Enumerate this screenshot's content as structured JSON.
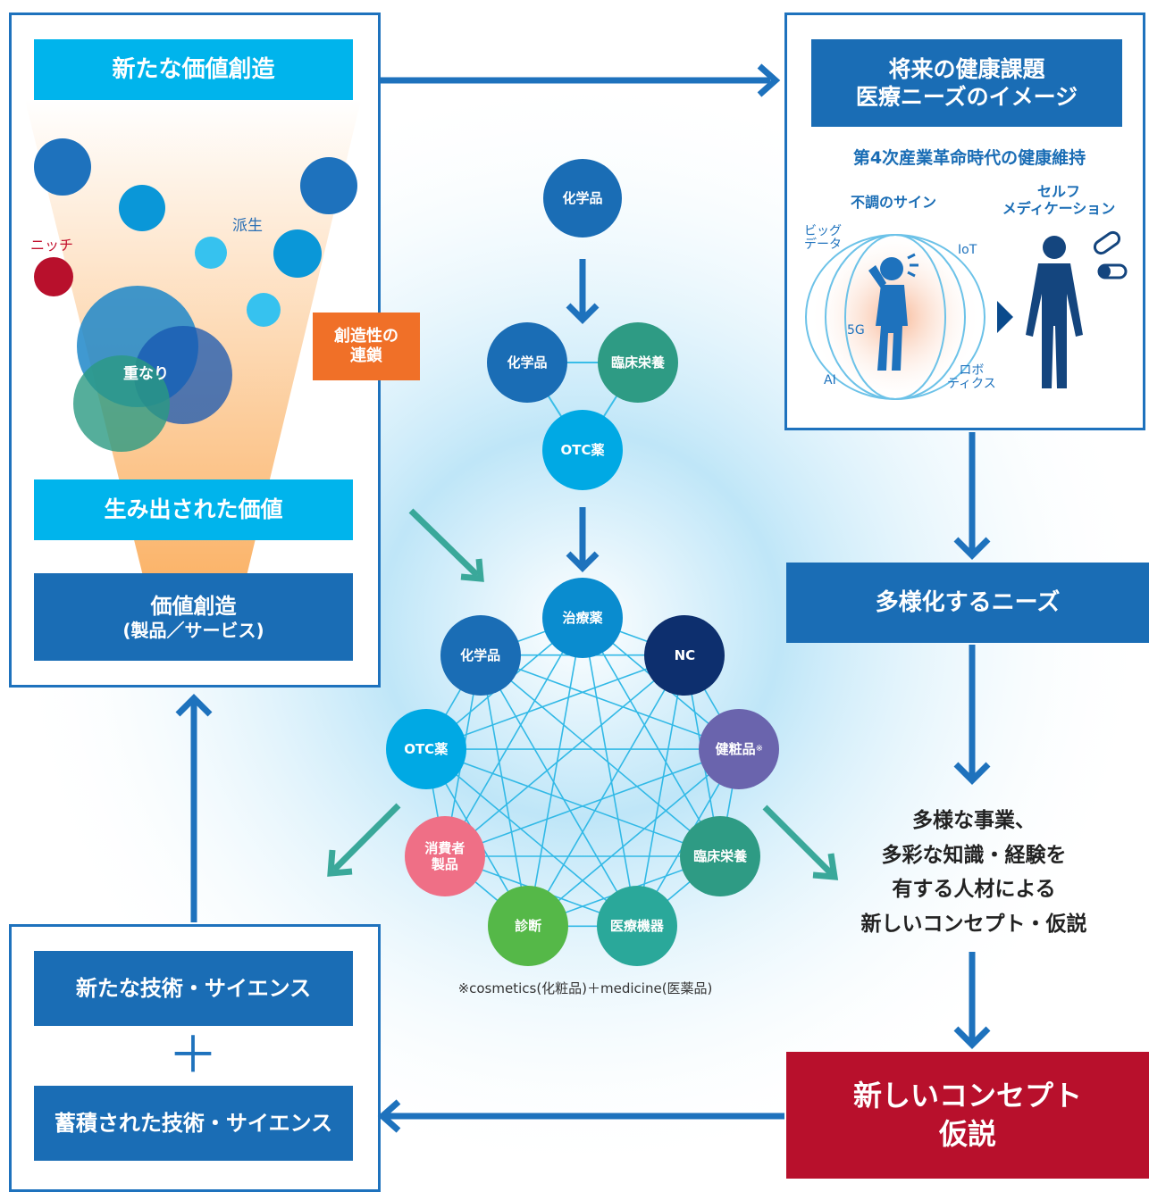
{
  "left_top": {
    "header": "新たな価値創造",
    "niche": "ニッチ",
    "derivative": "派生",
    "overlap": "重なり",
    "chain_line1": "創造性の",
    "chain_line2": "連鎖",
    "created_value": "生み出された価値",
    "value_creation": "価値創造",
    "value_creation_sub": "(製品／サービス)"
  },
  "center": {
    "top_node": "化学品",
    "triad": [
      "化学品",
      "臨床栄養",
      "OTC薬"
    ],
    "network": [
      "治療薬",
      "NC",
      "健粧品",
      "臨床栄養",
      "医療機器",
      "診断",
      "消費者\n製品",
      "OTC薬",
      "化学品"
    ],
    "network_mark": "※",
    "footnote": "※cosmetics(化粧品)＋medicine(医薬品)"
  },
  "right_top": {
    "header_line1": "将来の健康課題",
    "header_line2": "医療ニーズのイメージ",
    "subtitle": "第4次産業革命時代の健康維持",
    "sign_label": "不調のサイン",
    "self_med_line1": "セルフ",
    "self_med_line2": "メディケーション",
    "bigdata_line1": "ビッグ",
    "bigdata_line2": "データ",
    "iot": "IoT",
    "five_g": "5G",
    "ai": "AI",
    "robotics_line1": "ロボ",
    "robotics_line2": "ティクス"
  },
  "right_mid": {
    "diverse_needs": "多様化するニーズ",
    "people_lines": [
      "多様な事業、",
      "多彩な知識・経験を",
      "有する人材による",
      "新しいコンセプト・仮説"
    ]
  },
  "right_bottom": {
    "concept_line1": "新しいコンセプト",
    "concept_line2": "仮説"
  },
  "left_bottom": {
    "new_tech": "新たな技術・サイエンス",
    "plus": "＋",
    "accum_tech": "蓄積された技術・サイエンス"
  },
  "colors": {
    "frame_blue": "#1e72bd",
    "light_blue": "#00b4ec",
    "dark_blue": "#1a6db5",
    "orange": "#f07028",
    "crimson": "#b8102c",
    "teal_arrow": "#3aa89a"
  }
}
